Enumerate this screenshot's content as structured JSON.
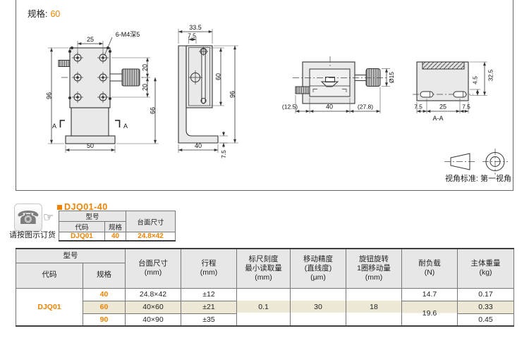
{
  "accent_color": "#ef8200",
  "highlight_color": "#ece8d5",
  "drawing_panel": {
    "spec_label": "规格:",
    "spec_value": "60",
    "projection_note": "视角标准: 第一视角",
    "front_view": {
      "dim_hole_pitch_x": "25",
      "dim_holes": "6-M4深5",
      "dim_height": "96",
      "dim_hole_pitch_y1": "20",
      "dim_hole_pitch_y2": "20",
      "dim_knob_to_base": "66",
      "dim_base_width": "50",
      "section_mark_left": "A",
      "section_mark_right": "A"
    },
    "side_view": {
      "dim_depth": "33.5",
      "dim_offset": "7.5",
      "dim_slot_length": "60",
      "dim_height": "96",
      "dim_base_depth": "40",
      "dim_base_thickness": "7.5"
    },
    "top_view": {
      "dim_left": "(12.5)",
      "dim_stage_width": "40",
      "dim_knob_side": "(27.8)",
      "dim_knob_dia": "Ø15"
    },
    "section_view": {
      "dim_slot_offset": "4.5",
      "dim_top_to_slot": "32.5",
      "dim_edge_left": "7.5",
      "dim_slot_pitch": "25",
      "dim_edge_right": "7.5",
      "label": "A-A"
    }
  },
  "order_section": {
    "phone_icon": "☎",
    "pointer_icon": "☞",
    "note": "请按图示订货",
    "heading": "DJQ01-40",
    "table": {
      "header_model": "型号",
      "header_code": "代码",
      "header_spec": "规格",
      "header_surface": "台面尺寸",
      "code": "DJQ01",
      "spec": "40",
      "surface": "24.8×42"
    }
  },
  "spec_table": {
    "header_model": "型号",
    "header_code": "代码",
    "header_spec": "规格",
    "headers": {
      "surface": "台面尺寸\n(mm)",
      "stroke": "行程\n(mm)",
      "scale": "标尺刻度\n最小读取量\n(mm)",
      "accuracy": "移动精度\n(直线度)\n(μm)",
      "per_turn": "旋钮旋转\n1圈移动量\n(mm)",
      "load": "耐负载\n(N)",
      "weight": "主体重量\n(kg)"
    },
    "code": "DJQ01",
    "rows": [
      {
        "spec": "40",
        "surface": "24.8×42",
        "stroke": "±12",
        "load": "14.7",
        "weight": "0.17"
      },
      {
        "spec": "60",
        "surface": "40×60",
        "stroke": "±21",
        "weight": "0.33"
      },
      {
        "spec": "90",
        "surface": "40×90",
        "stroke": "±35",
        "weight": "0.45"
      }
    ],
    "merged": {
      "scale": "0.1",
      "accuracy": "30",
      "per_turn": "18",
      "load": "19.6"
    }
  }
}
